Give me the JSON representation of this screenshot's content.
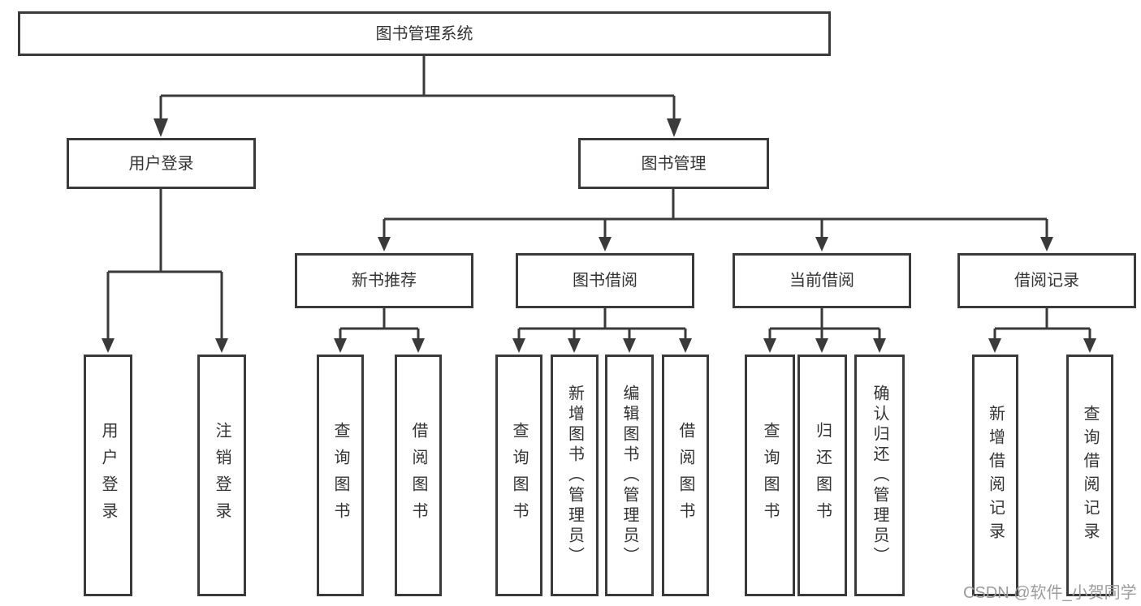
{
  "nodes": {
    "root": {
      "label": "图书管理系统"
    },
    "user_login": {
      "label": "用户登录"
    },
    "book_mgmt": {
      "label": "图书管理"
    },
    "new_books": {
      "label": "新书推荐"
    },
    "book_borrow": {
      "label": "图书借阅"
    },
    "current_borrow": {
      "label": "当前借阅"
    },
    "borrow_records": {
      "label": "借阅记录"
    },
    "leaf_login": {
      "label": "用户登录"
    },
    "leaf_logout": {
      "label": "注销登录"
    },
    "leaf_query_books_a": {
      "label": "查询图书"
    },
    "leaf_borrow_books_a": {
      "label": "借阅图书"
    },
    "leaf_query_books_b": {
      "label": "查询图书"
    },
    "leaf_add_books": {
      "label": "新增图书（管理员）"
    },
    "leaf_edit_books": {
      "label": "编辑图书（管理员）"
    },
    "leaf_borrow_books_b": {
      "label": "借阅图书"
    },
    "leaf_query_books_c": {
      "label": "查询图书"
    },
    "leaf_return_books": {
      "label": "归还图书"
    },
    "leaf_confirm_return": {
      "label": "确认归还（管理员）"
    },
    "leaf_add_record": {
      "label": "新增借阅记录"
    },
    "leaf_query_record": {
      "label": "查询借阅记录"
    }
  },
  "hierarchy": {
    "root": "图书管理系统",
    "children": [
      {
        "label": "用户登录",
        "children": [
          "用户登录",
          "注销登录"
        ]
      },
      {
        "label": "图书管理",
        "children": [
          {
            "label": "新书推荐",
            "children": [
              "查询图书",
              "借阅图书"
            ]
          },
          {
            "label": "图书借阅",
            "children": [
              "查询图书",
              "新增图书（管理员）",
              "编辑图书（管理员）",
              "借阅图书"
            ]
          },
          {
            "label": "当前借阅",
            "children": [
              "查询图书",
              "归还图书",
              "确认归还（管理员）"
            ]
          },
          {
            "label": "借阅记录",
            "children": [
              "新增借阅记录",
              "查询借阅记录"
            ]
          }
        ]
      }
    ]
  },
  "watermark": {
    "text": "CSDN @软件_小贺同学"
  },
  "colors": {
    "line": "#3a3a3a",
    "text": "#333333",
    "watermark": "#9c9c9c",
    "background": "#ffffff"
  }
}
